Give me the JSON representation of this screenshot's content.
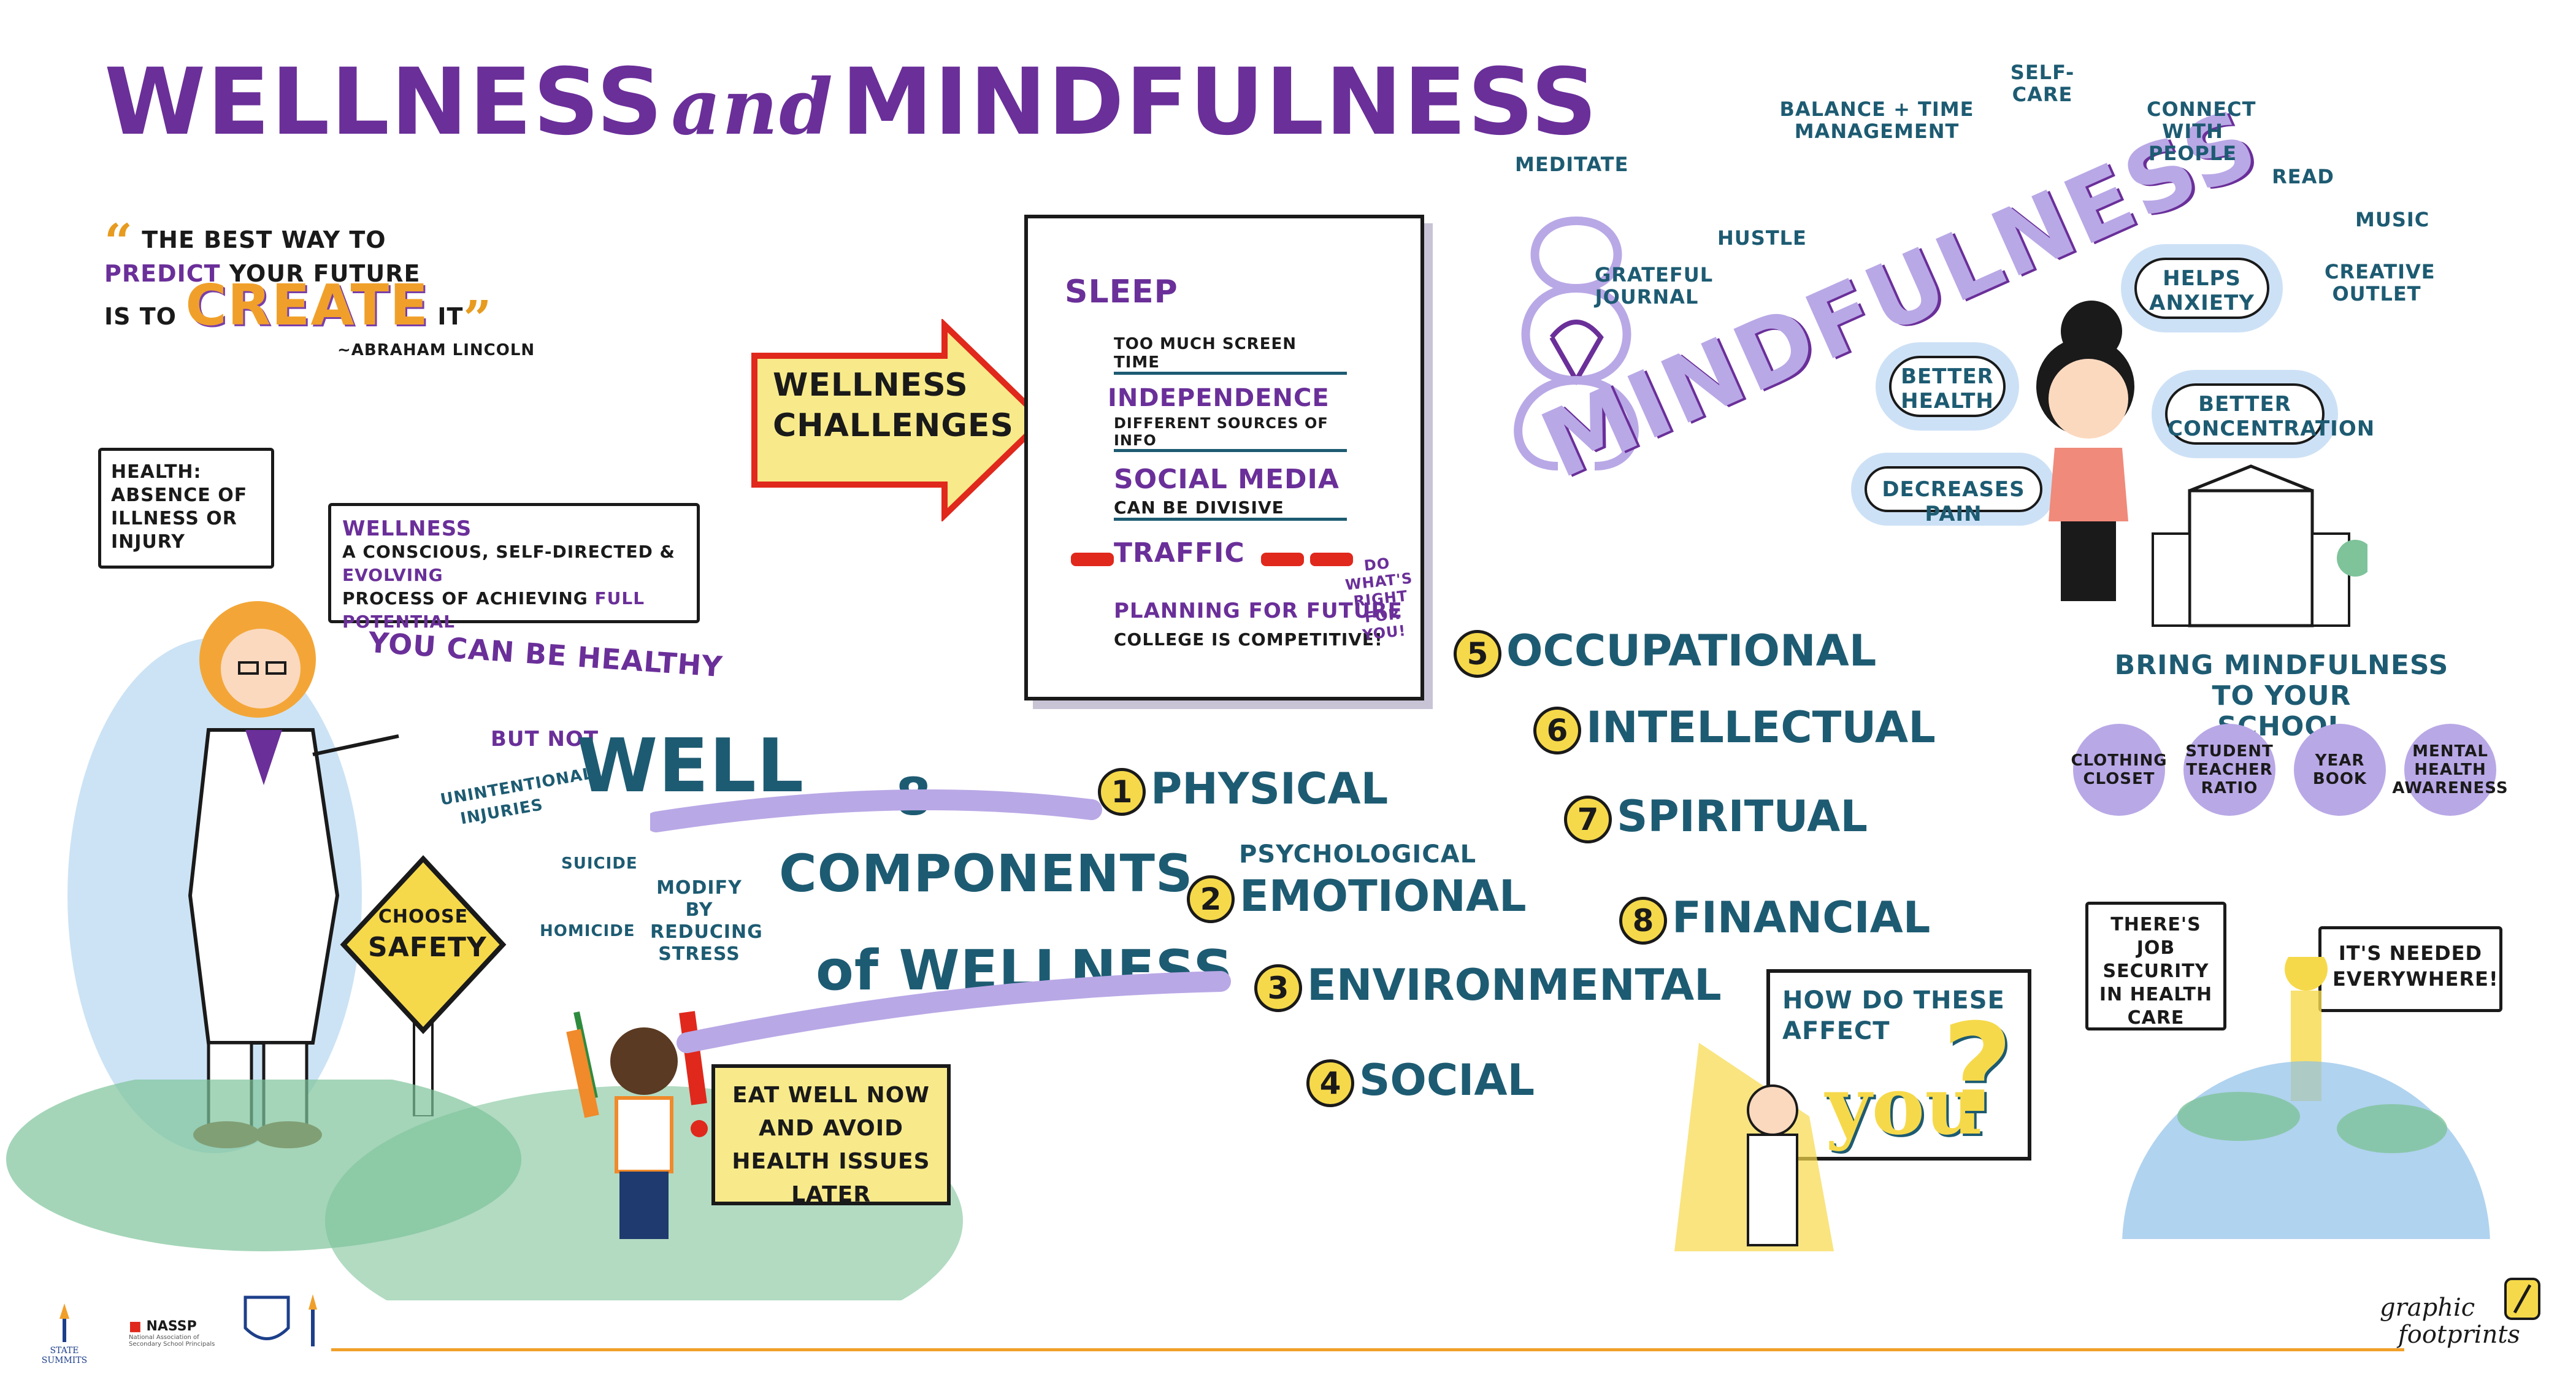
{
  "title": {
    "part1": "WELLNESS",
    "and": "and",
    "part2": "MINDFULNESS"
  },
  "quote": {
    "line1": "THE BEST WAY TO",
    "predict": "PREDICT",
    "line2_rest": "YOUR FUTURE",
    "line3_pre": "IS TO",
    "create": "CREATE",
    "line3_post": "IT",
    "author": "~ABRAHAM LINCOLN"
  },
  "health_bubble": {
    "title": "HEALTH:",
    "text": "ABSENCE OF ILLNESS OR INJURY"
  },
  "wellness_bubble": {
    "title": "WELLNESS",
    "text_pre": "A CONSCIOUS, SELF-DIRECTED &",
    "evolving": "EVOLVING",
    "text_mid": "PROCESS OF ACHIEVING",
    "full_potential": "FULL POTENTIAL"
  },
  "healthy_not_well": {
    "line1": "YOU CAN BE HEALTHY",
    "line2": "BUT NOT",
    "well": "WELL"
  },
  "safety": {
    "unintentional": "UNINTENTIONAL INJURIES",
    "suicide": "SUICIDE",
    "homicide": "HOMICIDE",
    "modify": "MODIFY BY REDUCING STRESS",
    "sign": {
      "line1": "CHOOSE",
      "line2": "SAFETY"
    }
  },
  "eat_well": "EAT WELL NOW and AVOID HEALTH ISSUES LATER",
  "challenges_arrow": {
    "line1": "WELLNESS",
    "line2": "CHALLENGES"
  },
  "challenges": [
    {
      "title": "SLEEP",
      "sub": "TOO MUCH SCREEN TIME"
    },
    {
      "title": "INDEPENDENCE",
      "sub": "DIFFERENT SOURCES OF INFO"
    },
    {
      "title": "SOCIAL MEDIA",
      "sub": "CAN BE DIVISIVE"
    },
    {
      "title": "TRAFFIC",
      "sub": ""
    },
    {
      "title": "PLANNING FOR FUTURE",
      "sub": "COLLEGE IS COMPETITIVE!"
    }
  ],
  "do_whats_right": "DO WHAT'S RIGHT for YOU!",
  "components_label": {
    "line1": "8",
    "line2": "COMPONENTS",
    "line3": "of WELLNESS"
  },
  "components": [
    {
      "n": "1",
      "label": "PHYSICAL"
    },
    {
      "n": "2",
      "label": "EMOTIONAL",
      "above": "PSYCHOLOGICAL"
    },
    {
      "n": "3",
      "label": "ENVIRONMENTAL"
    },
    {
      "n": "4",
      "label": "SOCIAL"
    },
    {
      "n": "5",
      "label": "OCCUPATIONAL"
    },
    {
      "n": "6",
      "label": "INTELLECTUAL"
    },
    {
      "n": "7",
      "label": "SPIRITUAL"
    },
    {
      "n": "8",
      "label": "FINANCIAL"
    }
  ],
  "affect": {
    "line1": "HOW DO THESE",
    "line2": "AFFECT",
    "you": "you",
    "q": "?"
  },
  "mindfulness_word": "MINDFULNESS",
  "mindfulness_practices": [
    "MEDITATE",
    "GRATEFUL JOURNAL",
    "HUSTLE",
    "BALANCE + TIME MANAGEMENT",
    "SELF-CARE",
    "CONNECT WITH PEOPLE",
    "READ",
    "MUSIC",
    "CREATIVE OUTLET"
  ],
  "benefits": [
    "HELPS ANXIETY",
    "BETTER HEALTH",
    "BETTER CONCENTRATION",
    "DECREASES PAIN"
  ],
  "bring_school": {
    "line1": "BRING MINDFULNESS TO YOUR",
    "line2": "SCHOOL"
  },
  "school_items": [
    "CLOTHING CLOSET",
    "STUDENT TEACHER RATIO",
    "YEAR BOOK",
    "MENTAL HEALTH AWARENESS"
  ],
  "jobs": {
    "left": "THERE'S JOB SECURITY IN HEALTH CARE",
    "right": "IT'S NEEDED EVERYWHERE!"
  },
  "footer": {
    "logo1": "STATE SUMMITS",
    "logo2": "NASSP",
    "logo2_sub": "National Association of Secondary School Principals",
    "brand1": "graphic",
    "brand2": "footprints"
  },
  "colors": {
    "purple": "#6a2f99",
    "teal": "#1d5b72",
    "yellow": "#f6d94a",
    "orange": "#f0a02a",
    "lavender": "#b9a8e6"
  }
}
